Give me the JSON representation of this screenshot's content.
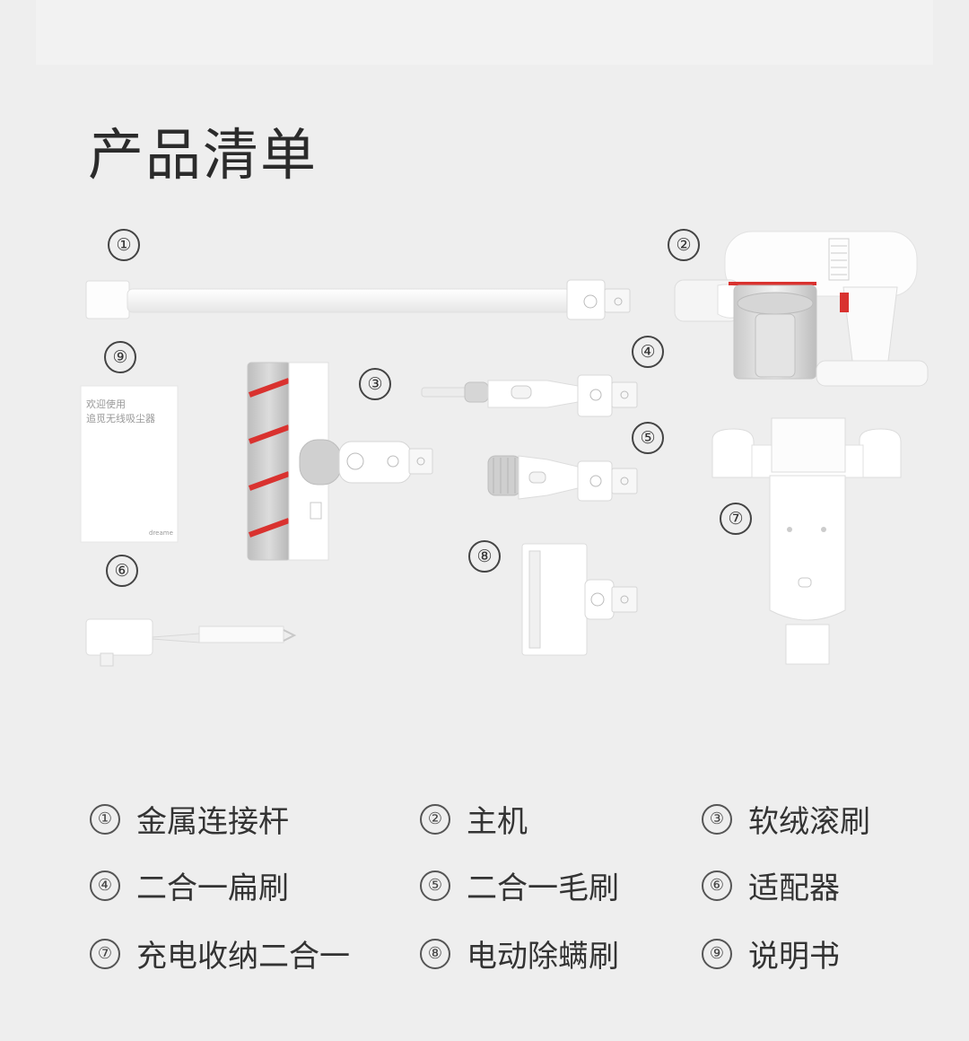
{
  "page": {
    "title": "产品清单"
  },
  "markers": [
    {
      "id": 1,
      "label": "①"
    },
    {
      "id": 2,
      "label": "②"
    },
    {
      "id": 3,
      "label": "③"
    },
    {
      "id": 4,
      "label": "④"
    },
    {
      "id": 5,
      "label": "⑤"
    },
    {
      "id": 6,
      "label": "⑥"
    },
    {
      "id": 7,
      "label": "⑦"
    },
    {
      "id": 8,
      "label": "⑧"
    },
    {
      "id": 9,
      "label": "⑨"
    }
  ],
  "manual": {
    "line1": "欢迎使用",
    "line2": "追觅无线吸尘器",
    "brand": "dreame"
  },
  "legend": [
    {
      "num": "①",
      "name": "金属连接杆"
    },
    {
      "num": "②",
      "name": "主机"
    },
    {
      "num": "③",
      "name": "软绒滚刷"
    },
    {
      "num": "④",
      "name": "二合一扁刷"
    },
    {
      "num": "⑤",
      "name": "二合一毛刷"
    },
    {
      "num": "⑥",
      "name": "适配器"
    },
    {
      "num": "⑦",
      "name": "充电收纳二合一"
    },
    {
      "num": "⑧",
      "name": "电动除螨刷"
    },
    {
      "num": "⑨",
      "name": "说明书"
    }
  ],
  "colors": {
    "background": "#eeeeee",
    "accent": "#d9322f",
    "product_white": "#fafafa"
  }
}
